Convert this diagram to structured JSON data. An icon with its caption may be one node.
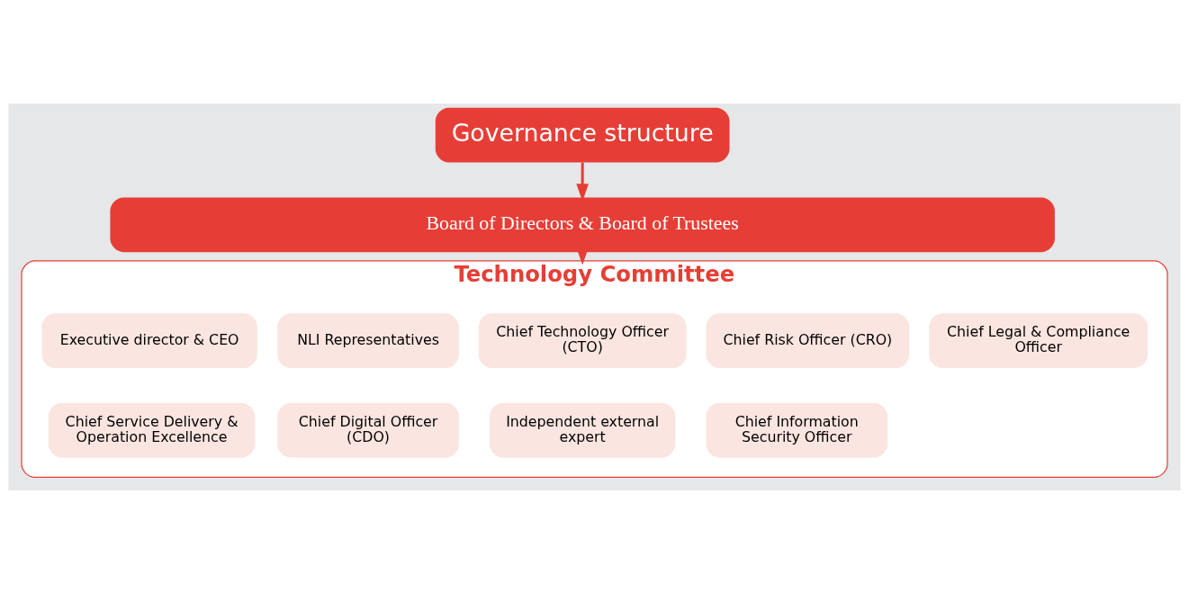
{
  "diagram": {
    "nodes": [
      {
        "text": [
          "Governance structure"
        ]
      },
      {
        "text": [
          "Board of Directors & Board of Trustees"
        ]
      },
      {
        "text": [
          "Technology Committee"
        ]
      },
      {
        "text": [
          "Executive director & CEO"
        ],
        "in": 2
      },
      {
        "text": [
          "NLI Representatives"
        ],
        "in": 2
      },
      {
        "text": [
          "Chief Technology Officer (CTO)"
        ],
        "in": 2
      },
      {
        "text": [
          "Chief Risk Officer (CRO)"
        ],
        "in": 2
      },
      {
        "text": [
          "Chief Legal & Compliance Officer"
        ],
        "in": 2
      },
      {
        "text": [
          "Chief Service Delivery & Operation Excellence"
        ],
        "in": 2
      },
      {
        "text": [
          "Chief Digital Officer (CDO)"
        ],
        "in": 2
      },
      {
        "text": [
          "Independent external expert"
        ],
        "in": 2
      },
      {
        "text": [
          "Chief Information Security Officer"
        ],
        "in": 2
      }
    ],
    "edges": [
      {
        "from": 0,
        "to": 1,
        "arrow": "to"
      },
      {
        "from": 1,
        "to": 2,
        "arrow": "to"
      }
    ]
  }
}
